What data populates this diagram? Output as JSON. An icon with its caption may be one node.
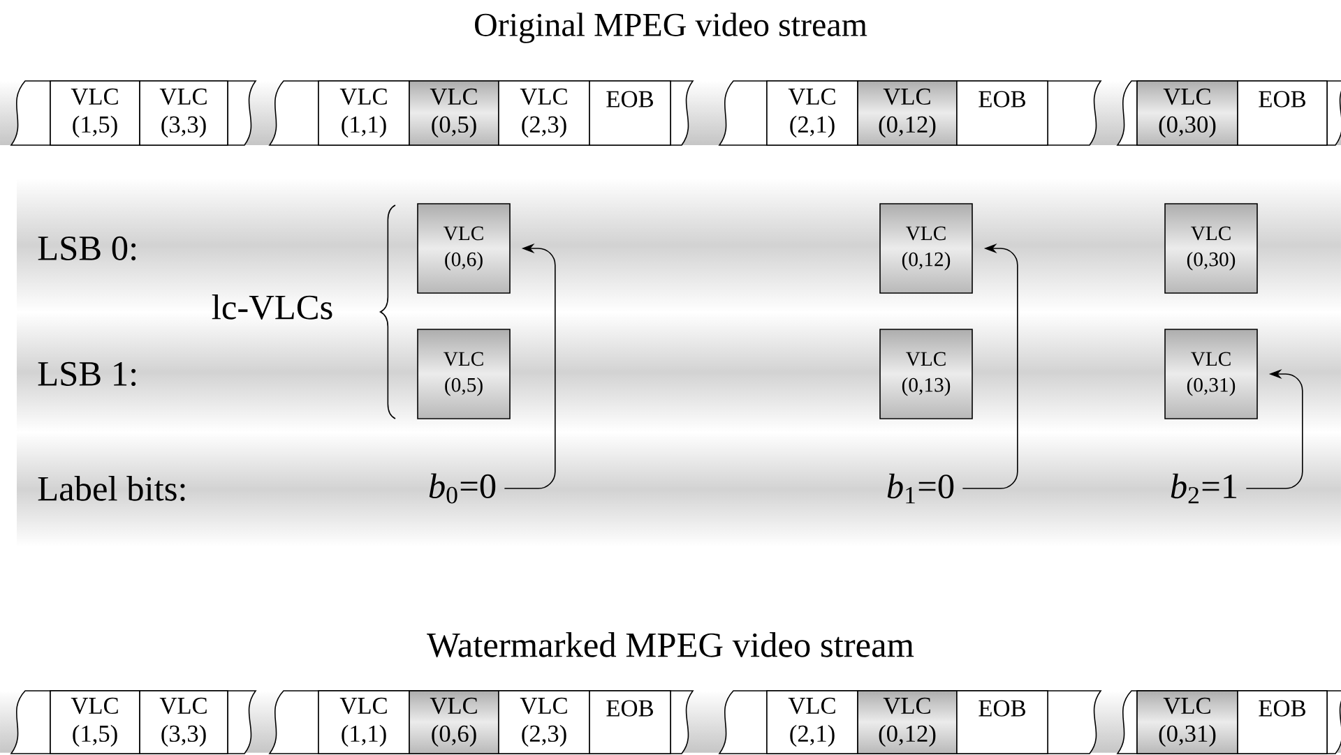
{
  "diagram": {
    "title": "Original MPEG video stream",
    "nodes": [
      {
        "text": [
          "VLC (1,5)"
        ]
      },
      {
        "text": [
          "VLC (3,3)"
        ]
      },
      {
        "text": [
          "VLC (1,1)"
        ]
      },
      {
        "text": [
          "VLC (0,5)"
        ]
      },
      {
        "text": [
          "VLC (2,3)"
        ]
      },
      {
        "text": [
          "EOB"
        ]
      },
      {
        "text": [
          "VLC (2,1)"
        ]
      },
      {
        "text": [
          "VLC (0,12)"
        ]
      },
      {
        "text": [
          "EOB"
        ]
      },
      {
        "text": [
          "VLC (0,30)"
        ]
      },
      {
        "text": [
          "EOB"
        ]
      },
      {
        "text": [
          "VLC (0,6)"
        ]
      },
      {
        "text": [
          "VLC (0,12)"
        ]
      },
      {
        "text": [
          "VLC (0,30)"
        ]
      },
      {
        "text": [
          "VLC (0,5)"
        ]
      },
      {
        "text": [
          "VLC (0,13)"
        ]
      },
      {
        "text": [
          "VLC (0,31)"
        ]
      },
      {
        "text": [
          "*b*$_{0}$=0"
        ]
      },
      {
        "text": [
          "*b*$_{1}$=0"
        ]
      },
      {
        "text": [
          "*b*$_{2}$=1"
        ]
      },
      {
        "text": [
          "VLC (1,5)"
        ]
      },
      {
        "text": [
          "VLC (3,3)"
        ]
      },
      {
        "text": [
          "VLC (1,1)"
        ]
      },
      {
        "text": [
          "VLC (0,6)"
        ]
      },
      {
        "text": [
          "VLC (2,3)"
        ]
      },
      {
        "text": [
          "EOB"
        ]
      },
      {
        "text": [
          "VLC (2,1)"
        ]
      },
      {
        "text": [
          "VLC (0,12)"
        ]
      },
      {
        "text": [
          "EOB"
        ]
      },
      {
        "text": [
          "VLC (0,31)"
        ]
      },
      {
        "text": [
          "EOB"
        ]
      }
    ],
    "edges": [
      {
        "from": 17,
        "to": 11,
        "arrow": "to"
      },
      {
        "from": 18,
        "to": 12,
        "arrow": "to"
      },
      {
        "from": 19,
        "to": 16,
        "arrow": "to"
      }
    ],
    "labels": [
      "LSB 0:",
      "lc-VLCs",
      "LSB 1:",
      "Label bits:",
      "Watermarked MPEG video stream"
    ]
  }
}
